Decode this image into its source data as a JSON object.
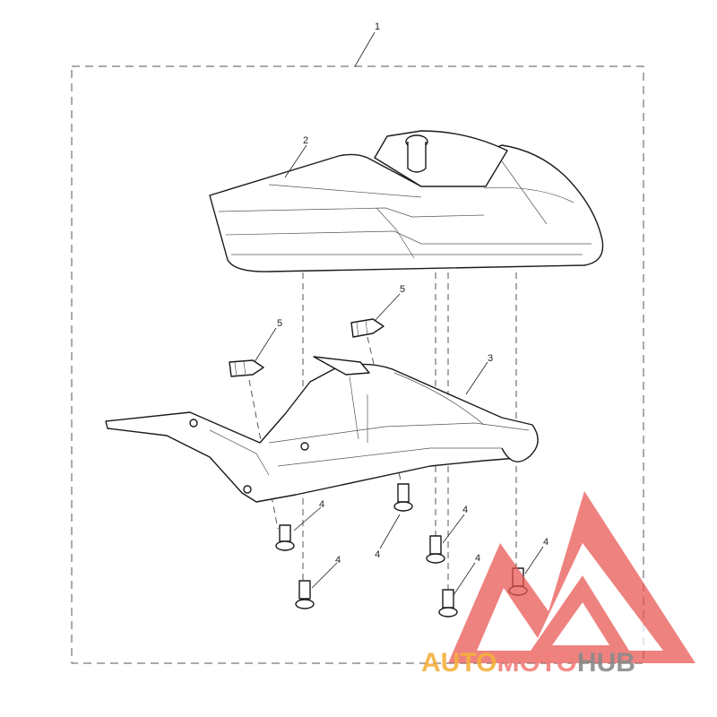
{
  "callouts": {
    "kit": "1",
    "seat_cowl": "2",
    "bracket": "3",
    "screw": "4",
    "clip": "5"
  },
  "watermark": {
    "word_1": "AUTO",
    "word_2": "MOTO",
    "word_3": "HUB",
    "color_triangle": "#e8534f",
    "color_auto": "#f4b03c",
    "color_moto": "#f27f7b",
    "color_hub": "#8a8a8a"
  }
}
